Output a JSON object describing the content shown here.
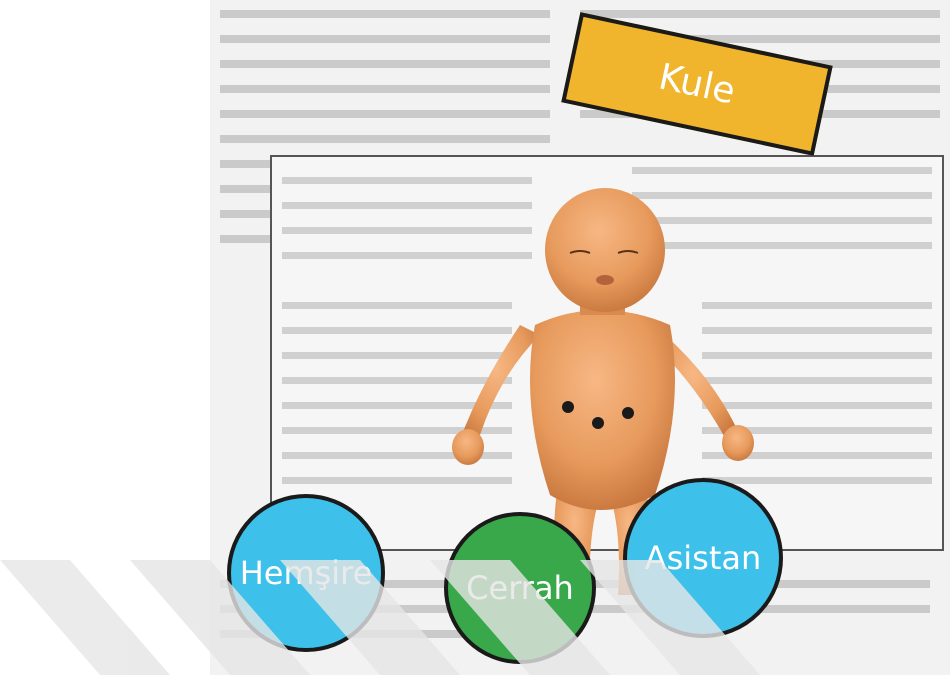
{
  "labels": {
    "top_tag": "Kule",
    "left_role": "Hemşire",
    "center_role": "Cerrah",
    "right_role": "Asistan"
  },
  "colors": {
    "tag": "#f0b52c",
    "blue_circle": "#3dc0e9",
    "green_circle": "#39a84a",
    "outline": "#1a1a1a"
  },
  "icons": [
    "baby-figure",
    "port-marker"
  ]
}
